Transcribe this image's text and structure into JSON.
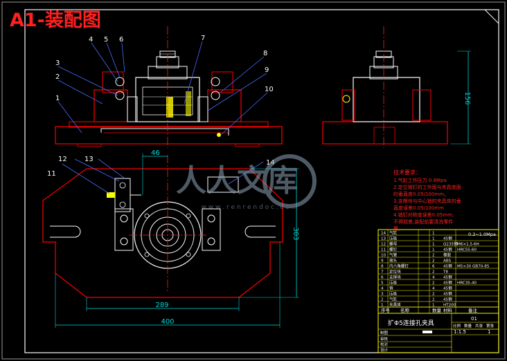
{
  "sheet": {
    "title": "A1-装配图",
    "colors": {
      "background": "#000000",
      "frame": "#ffffff",
      "outline": "#ff0000",
      "detail": "#ffffff",
      "leader": "#4a6cff",
      "center": "#ff2222",
      "accent": "#ffff00",
      "dimension": "#00d8d8",
      "notes": "#ff2020",
      "table_line": "#ffff00",
      "table_text": "#ffffff",
      "watermark": "#8fa7bb"
    }
  },
  "balloons": [
    "1",
    "2",
    "3",
    "4",
    "5",
    "6",
    "7",
    "8",
    "9",
    "10",
    "11",
    "12",
    "13",
    "14"
  ],
  "dimensions": {
    "side_height": "156",
    "top_offset": "46",
    "plan_height": "303",
    "inner_width": "289",
    "overall_width": "400"
  },
  "notes": {
    "heading": "技术要求：",
    "lines": [
      "1.气缸工作压力  0.8Mpa",
      "2.定位销钉的工作面与夹具底面",
      "的垂直度0.05/100mm。",
      "3.支撑块与中心销的夹具体的垂",
      "直度误差0.05/100mm",
      "4.销钉对称度误差0.05mm,",
      "不得超差,装配前要清洗零件",
      "等。"
    ]
  },
  "pressure_label": "0.2~1.0Mpa",
  "bom": {
    "header": [
      "序号",
      "名称",
      "数量",
      "材料",
      "备注"
    ],
    "rows": [
      [
        "14",
        "气缸",
        "1",
        "",
        ""
      ],
      [
        "13",
        "压板",
        "1",
        "45钢",
        ""
      ],
      [
        "12",
        "螺母",
        "1",
        "Q235钢",
        "M6×1.5-6H"
      ],
      [
        "11",
        "螺钉",
        "1",
        "45钢",
        "HRC55-60"
      ],
      [
        "10",
        "气管",
        "2",
        "橡胶",
        ""
      ],
      [
        "9",
        "接头",
        "2",
        "ABS",
        ""
      ],
      [
        "8",
        "内六角螺钉",
        "6",
        "45钢",
        "M5×30 GB70-85"
      ],
      [
        "7",
        "定位块",
        "2",
        "T8",
        ""
      ],
      [
        "6",
        "支撑块",
        "4",
        "45钢",
        ""
      ],
      [
        "5",
        "压板",
        "2",
        "45钢",
        "HRC35-40"
      ],
      [
        "4",
        "销",
        "4",
        "45钢",
        ""
      ],
      [
        "3",
        "压板",
        "2",
        "45钢",
        ""
      ],
      [
        "2",
        "气缸",
        "2",
        "45钢",
        ""
      ],
      [
        "1",
        "夹具体",
        "1",
        "HT200",
        ""
      ]
    ],
    "part_name": "扩Φ5连接孔夹具",
    "drawing_no": "01",
    "scale": "1:1.5",
    "sheet_count": "1",
    "title_labels": [
      "比例",
      "数量",
      "共张",
      "第张"
    ],
    "sign_labels": [
      "制图",
      "审核",
      "校对",
      "设计"
    ]
  },
  "watermark": {
    "text": "人人文库",
    "subtext": "w w w . r e n r e n d o c . c o m"
  }
}
